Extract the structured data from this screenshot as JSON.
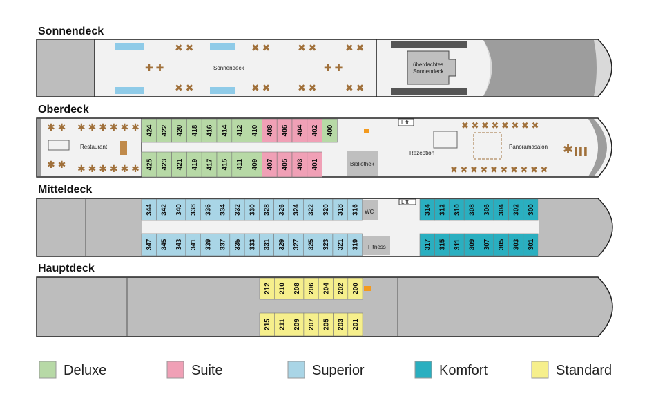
{
  "decks": {
    "sonnendeck": {
      "title": "Sonnendeck",
      "area_label": "Sonnendeck",
      "covered_label_1": "überdachtes",
      "covered_label_2": "Sonnendeck"
    },
    "oberdeck": {
      "title": "Oberdeck",
      "restaurant": "Restaurant",
      "lift": "Lift",
      "rezeption": "Rezeption",
      "bibliothek": "Bibliothek",
      "panoramasalon": "Panoramasalon",
      "cabins_top": [
        "424",
        "422",
        "420",
        "418",
        "416",
        "414",
        "412",
        "410",
        "408",
        "406",
        "404",
        "402",
        "400"
      ],
      "cabins_bottom": [
        "425",
        "423",
        "421",
        "419",
        "417",
        "415",
        "411",
        "409",
        "407",
        "405",
        "403",
        "401"
      ]
    },
    "mitteldeck": {
      "title": "Mitteldeck",
      "wc": "WC",
      "lift": "Lift",
      "fitness": "Fitness",
      "cabins_top_left": [
        "344",
        "342",
        "340",
        "338",
        "336",
        "334",
        "332",
        "330",
        "328",
        "326",
        "324",
        "322",
        "320",
        "318",
        "316"
      ],
      "cabins_bottom_left": [
        "347",
        "345",
        "343",
        "341",
        "339",
        "337",
        "335",
        "333",
        "331",
        "329",
        "327",
        "325",
        "323",
        "321",
        "319"
      ],
      "cabins_top_right": [
        "314",
        "312",
        "310",
        "308",
        "306",
        "304",
        "302",
        "300"
      ],
      "cabins_bottom_right": [
        "317",
        "315",
        "311",
        "309",
        "307",
        "305",
        "303",
        "301"
      ]
    },
    "hauptdeck": {
      "title": "Hauptdeck",
      "cabins_top": [
        "212",
        "210",
        "208",
        "206",
        "204",
        "202",
        "200"
      ],
      "cabins_bottom": [
        "215",
        "211",
        "209",
        "207",
        "205",
        "203",
        "201"
      ]
    }
  },
  "legend": [
    {
      "label": "Deluxe",
      "color": "#b7d9a6"
    },
    {
      "label": "Suite",
      "color": "#f0a0b6"
    },
    {
      "label": "Superior",
      "color": "#a9d5e6"
    },
    {
      "label": "Komfort",
      "color": "#2aafc0"
    },
    {
      "label": "Standard",
      "color": "#f6ef8c"
    }
  ]
}
